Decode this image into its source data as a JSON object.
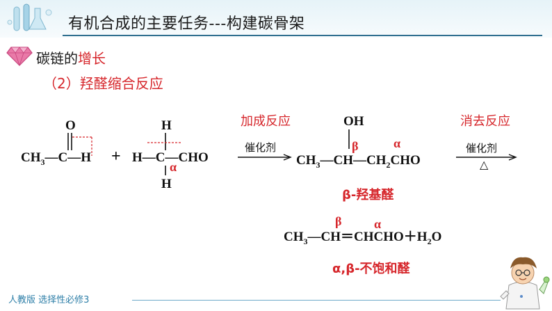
{
  "title": "有机合成的主要任务---构建碳骨架",
  "section": {
    "heading_part1": "碳链的",
    "heading_part2": "增长"
  },
  "subsection": "（2）羟醛缩合反应",
  "reaction": {
    "reactant1": {
      "top": "O",
      "main": "CH",
      "sub": "3",
      "rest": "—C—H"
    },
    "plus": "+",
    "reactant2": {
      "top": "H",
      "left": "H—C—CHO",
      "bottom": "H",
      "alpha": "α"
    },
    "step1": {
      "label": "加成反应",
      "reagent": "催化剂"
    },
    "intermediate": {
      "oh": "OH",
      "ch3": "CH",
      "ch3_sub": "3",
      "mid": "—CH—CH",
      "ch2_sub": "2",
      "tail": "CHO",
      "beta": "β",
      "alpha": "α",
      "name": "β-羟基醛"
    },
    "step2": {
      "label": "消去反应",
      "reagent": "催化剂",
      "heat": "△"
    },
    "product": {
      "ch3": "CH",
      "ch3_sub": "3",
      "mid": "—CH＝CHCHO＋H",
      "h2_sub": "2",
      "tail": "O",
      "beta": "β",
      "alpha": "α",
      "name": "α,β-不饱和醛"
    }
  },
  "footer": "人教版 选择性必修3",
  "colors": {
    "accent_red": "#d6262b",
    "title_line": "#2f6f8f",
    "footer_blue": "#2e7fa8"
  },
  "icons": [
    "lab-glassware-logo-icon",
    "diamond-icon",
    "scientist-cartoon-icon"
  ]
}
